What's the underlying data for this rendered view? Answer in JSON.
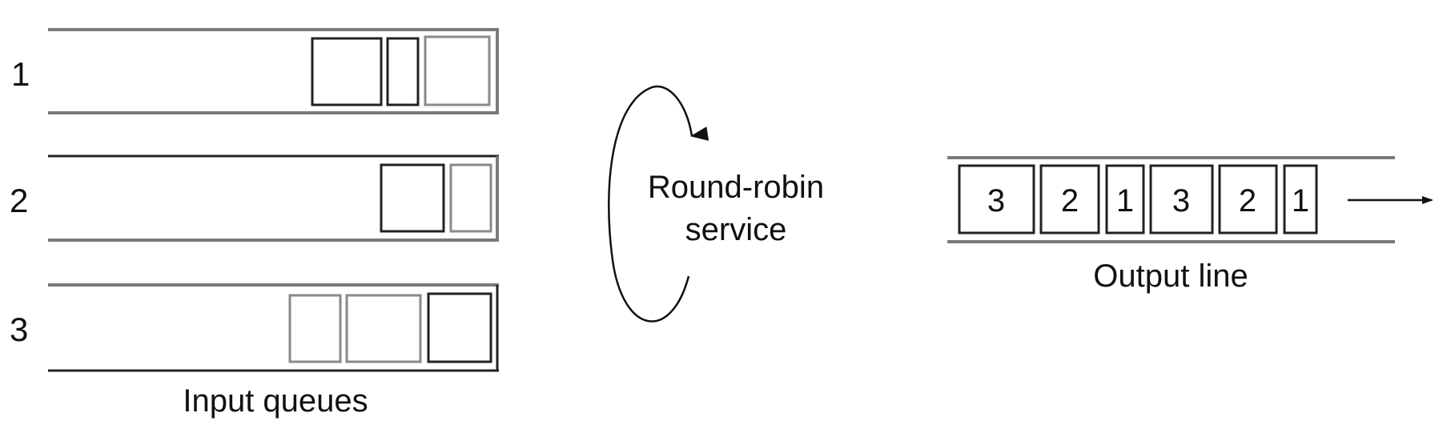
{
  "diagram": {
    "queues": [
      {
        "label": "1",
        "packets": 3
      },
      {
        "label": "2",
        "packets": 2
      },
      {
        "label": "3",
        "packets": 3
      }
    ],
    "input_caption": "Input queues",
    "service_line1": "Round-robin",
    "service_line2": "service",
    "output_packets": [
      "3",
      "2",
      "1",
      "3",
      "2",
      "1"
    ],
    "output_caption": "Output line"
  }
}
